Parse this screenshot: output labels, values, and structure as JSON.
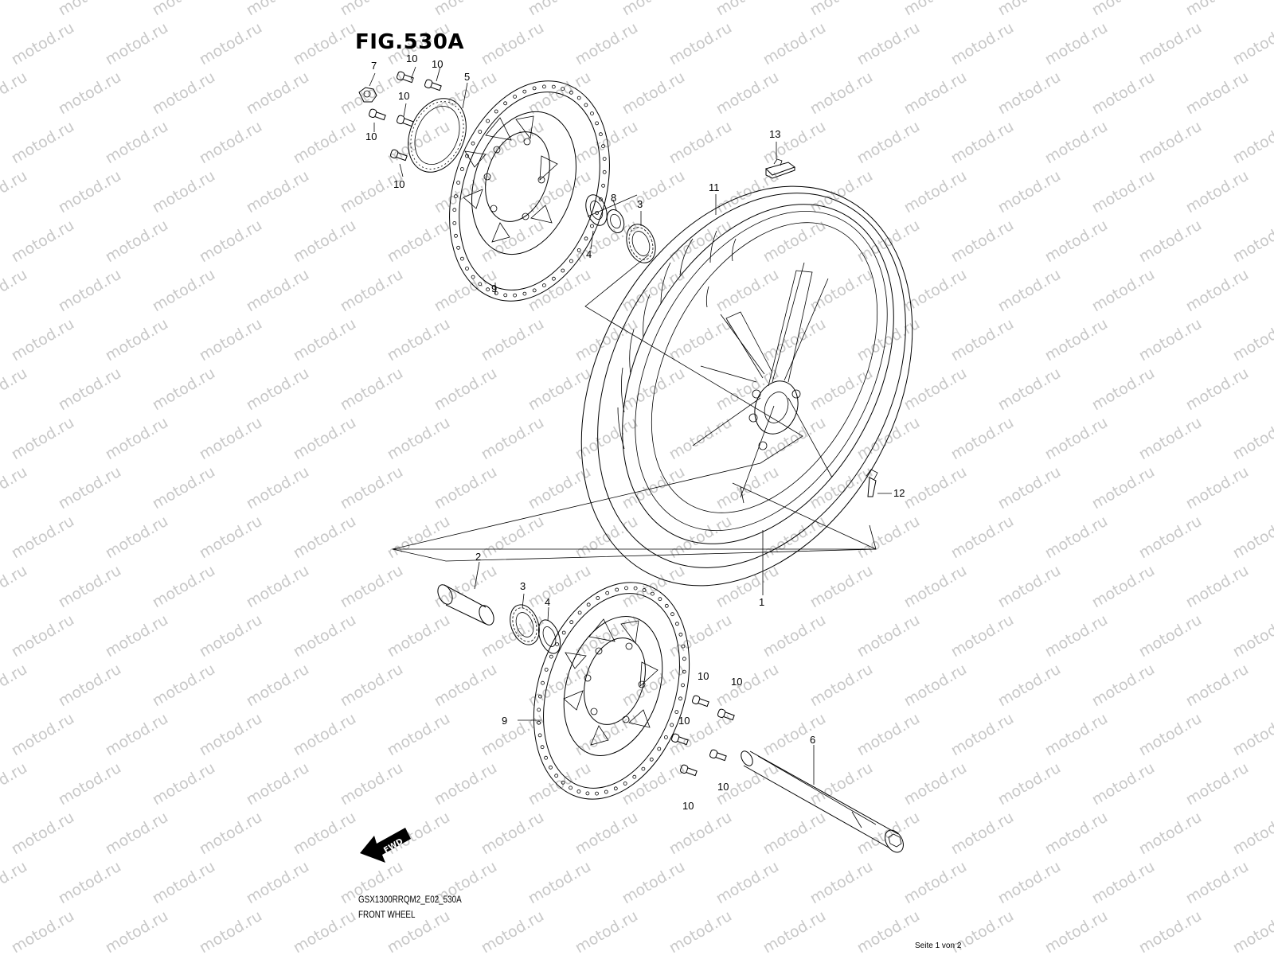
{
  "figure": {
    "title": "FIG.530A",
    "code": "GSX1300RRQM2_E02_530A",
    "caption": "FRONT WHEEL",
    "page": "Seite 1 von 2",
    "fwd_label": "FWD"
  },
  "watermark": "motod.ru",
  "callouts": {
    "c1": "1",
    "c2": "2",
    "c3a": "3",
    "c3b": "3",
    "c4a": "4",
    "c4b": "4",
    "c5": "5",
    "c6": "6",
    "c7": "7",
    "c8": "8",
    "c9a": "9",
    "c9b": "9",
    "c10a": "10",
    "c10b": "10",
    "c10c": "10",
    "c10d": "10",
    "c10e": "10",
    "c10f": "10",
    "c10g": "10",
    "c10h": "10",
    "c10i": "10",
    "c10j": "10",
    "c11": "11",
    "c12": "12",
    "c13": "13"
  }
}
